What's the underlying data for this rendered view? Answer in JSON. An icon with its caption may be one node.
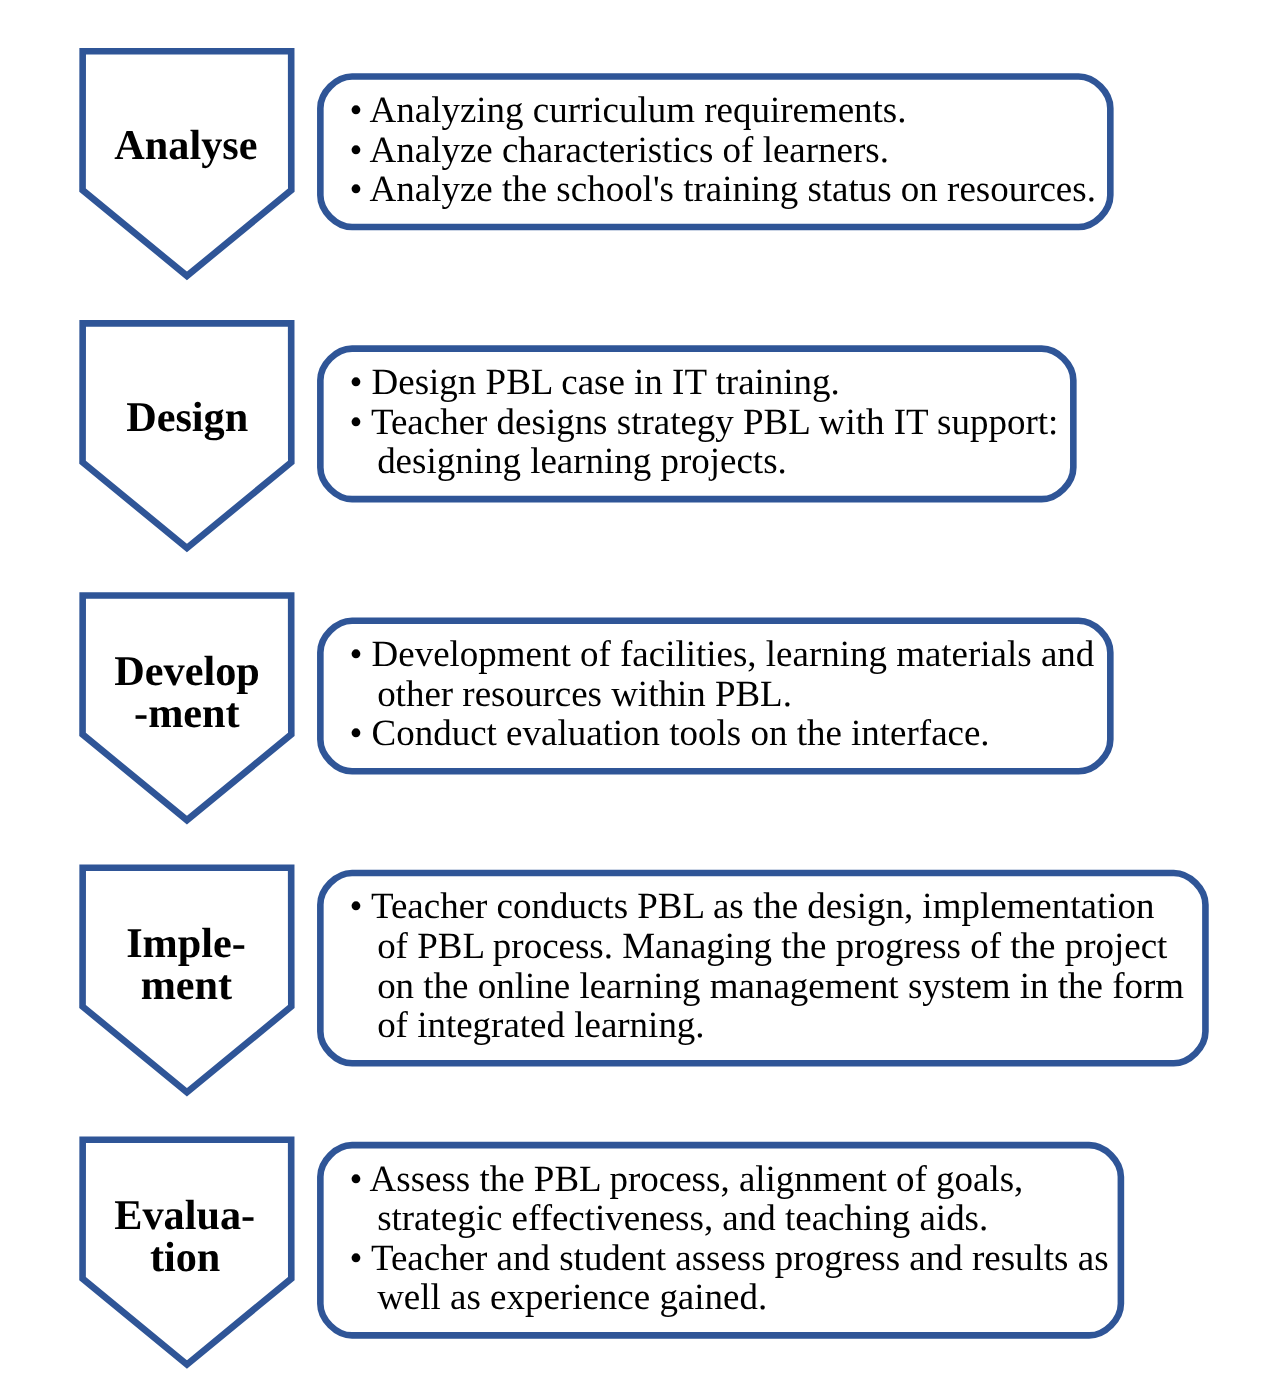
{
  "diagram": {
    "nodes": [
      {
        "text": [
          "Analyse"
        ]
      },
      {
        "text": [
          "• Analyzing curriculum requirements.",
          "• Analyze characteristics of learners.",
          "• Analyze the school's training status on resources."
        ]
      },
      {
        "text": [
          "Design"
        ]
      },
      {
        "text": [
          "• Design PBL case in IT training.",
          "• Teacher designs strategy PBL with IT support: designing learning projects."
        ]
      },
      {
        "text": [
          "Develop -ment"
        ]
      },
      {
        "text": [
          "• Development of facilities, learning materials and other resources within PBL.",
          "• Conduct evaluation tools on the interface."
        ]
      },
      {
        "text": [
          "Imple- ment"
        ]
      },
      {
        "text": [
          "• Teacher conducts PBL as the design, implementation of PBL process. Managing the progress of the project on the online learning management system in the form of integrated learning."
        ]
      },
      {
        "text": [
          "Evalua- tion"
        ]
      },
      {
        "text": [
          "• Assess the PBL process, alignment of goals, strategic effectiveness, and teaching aids.",
          "• Teacher and student assess progress and results as well as experience gained."
        ]
      }
    ]
  }
}
